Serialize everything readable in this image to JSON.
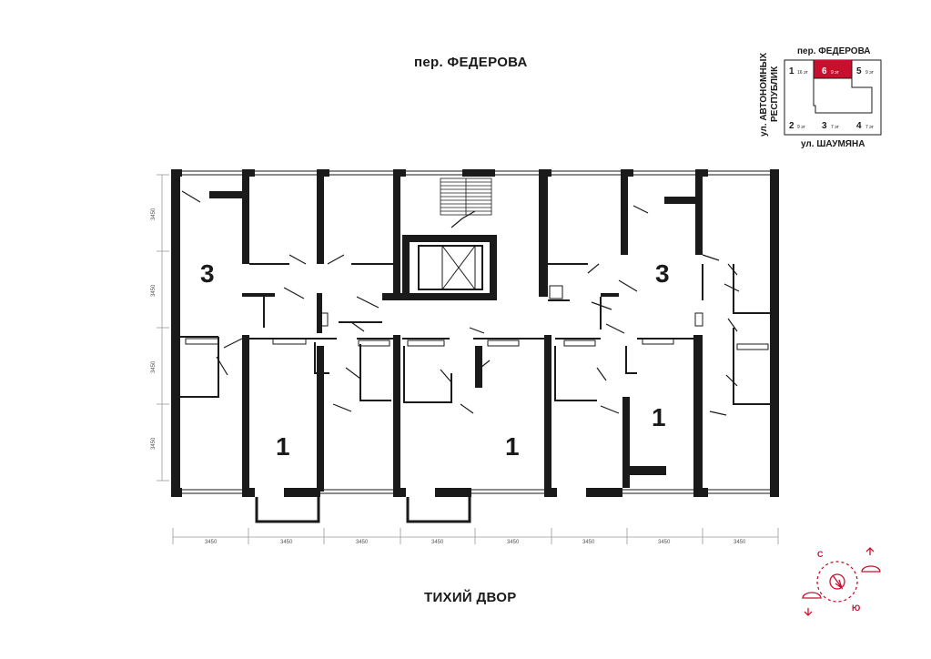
{
  "streets": {
    "top": "пер. ФЕДЕРОВА",
    "bottom": "ТИХИЙ ДВОР"
  },
  "apartments": [
    {
      "label": "3"
    },
    {
      "label": "3"
    },
    {
      "label": "1"
    },
    {
      "label": "1"
    },
    {
      "label": "1"
    }
  ],
  "dimensions": {
    "bottom": [
      "3450",
      "3450",
      "3450",
      "3450",
      "3450",
      "3450",
      "3450",
      "3450"
    ],
    "left": [
      "3450",
      "3450",
      "3450",
      "3450"
    ]
  },
  "keymap": {
    "top_street": "пер. ФЕДЕРОВА",
    "bottom_street": "ул. ШАУМЯНА",
    "side_street_1": "ул. АВТОНОМНЫХ",
    "side_street_2": "РЕСПУБЛИК",
    "sections": [
      {
        "num": "1",
        "floors": "16 эт"
      },
      {
        "num": "6",
        "floors": "9 эт"
      },
      {
        "num": "5",
        "floors": "9 эт"
      },
      {
        "num": "2",
        "floors": "9 эт"
      },
      {
        "num": "3",
        "floors": "7 эт"
      },
      {
        "num": "4",
        "floors": "7 эт"
      }
    ],
    "highlight_color": "#c8102e"
  },
  "compass": {
    "north": "С",
    "south": "Ю",
    "color": "#c8102e"
  }
}
